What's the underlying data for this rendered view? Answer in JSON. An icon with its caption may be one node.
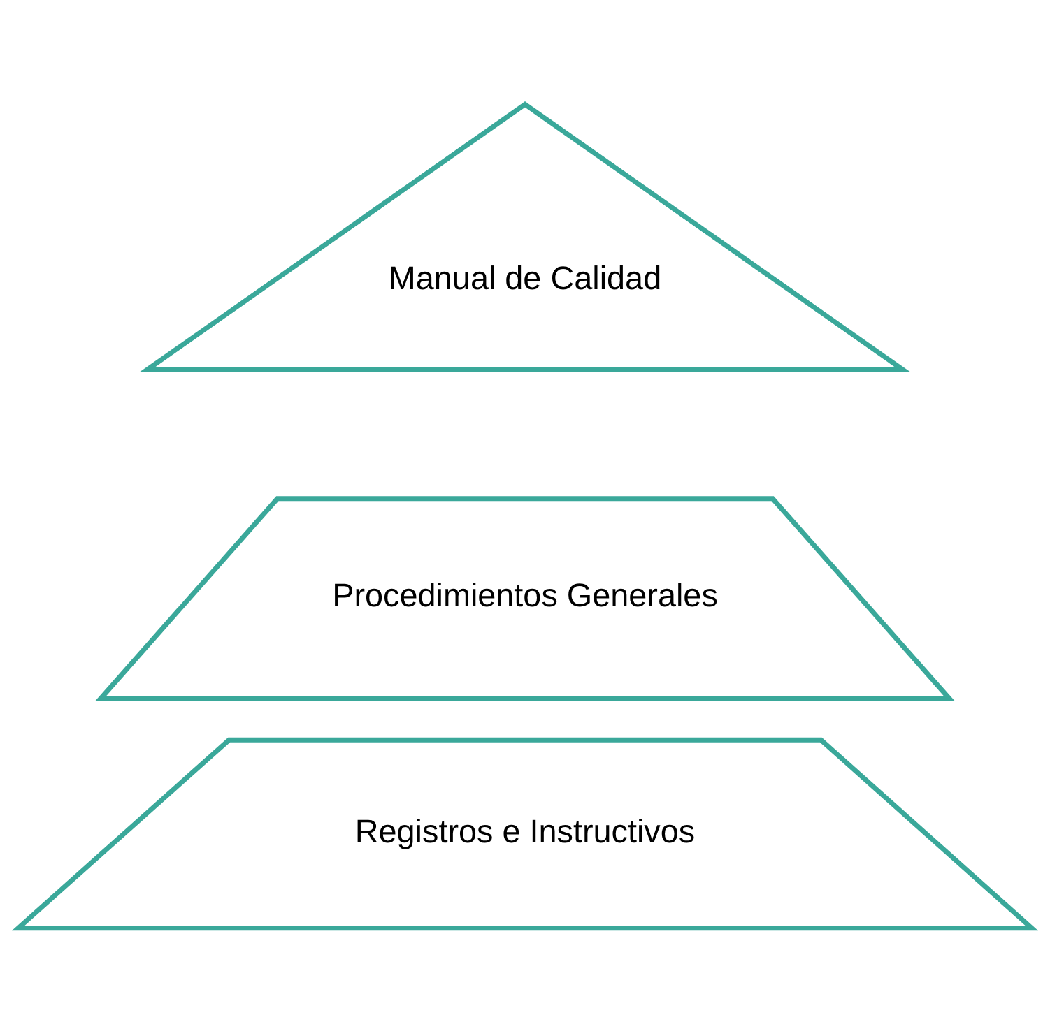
{
  "diagram": {
    "nodes": [
      {
        "text": [
          "Manual de Calidad"
        ]
      },
      {
        "text": [
          "Procedimientos Generales"
        ]
      },
      {
        "text": [
          "Registros e Instructivos"
        ]
      }
    ]
  }
}
